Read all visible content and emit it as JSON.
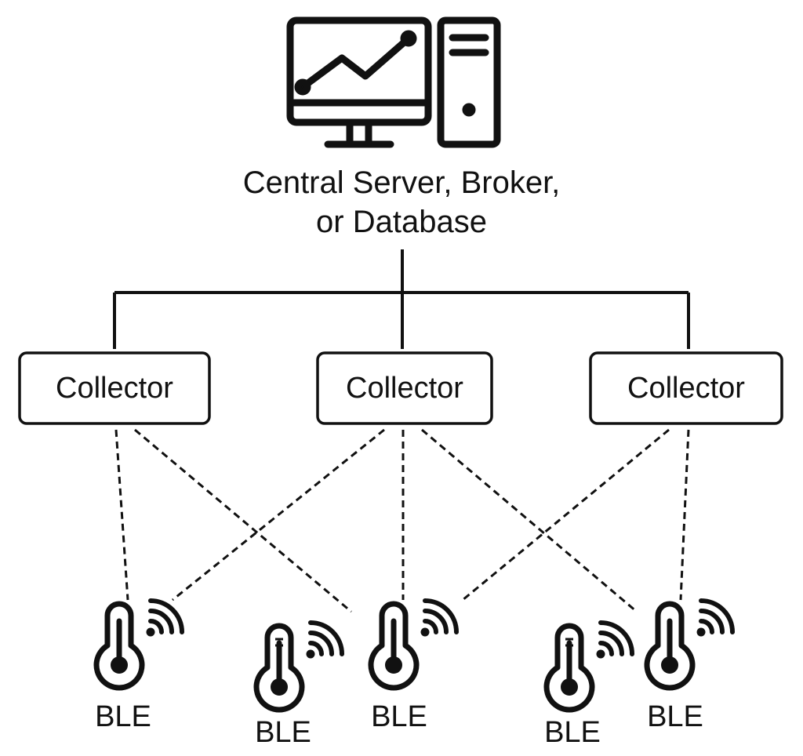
{
  "server": {
    "label_line1": "Central Server, Broker,",
    "label_line2": "or Database",
    "icons": [
      "monitor-chart-icon",
      "tower-pc-icon"
    ]
  },
  "collectors": [
    {
      "label": "Collector"
    },
    {
      "label": "Collector"
    },
    {
      "label": "Collector"
    }
  ],
  "sensors": [
    {
      "label": "BLE",
      "icon": "thermometer-icon"
    },
    {
      "label": "BLE",
      "icon": "thermometer-icon"
    },
    {
      "label": "BLE",
      "icon": "thermometer-icon"
    },
    {
      "label": "BLE",
      "icon": "thermometer-icon"
    },
    {
      "label": "BLE",
      "icon": "thermometer-icon"
    }
  ],
  "colors": {
    "stroke": "#111111",
    "background": "#ffffff"
  }
}
